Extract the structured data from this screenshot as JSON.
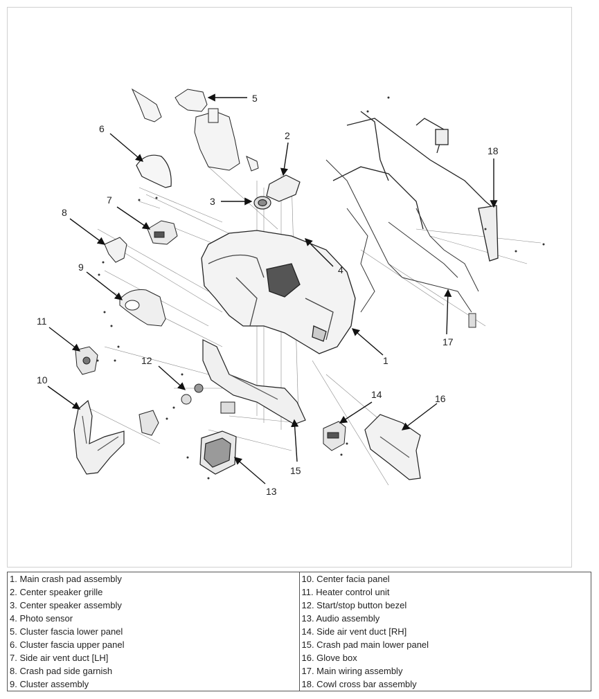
{
  "callouts": [
    "1",
    "2",
    "3",
    "4",
    "5",
    "6",
    "7",
    "8",
    "9",
    "10",
    "11",
    "12",
    "13",
    "14",
    "15",
    "16",
    "17",
    "18"
  ],
  "legend": {
    "left": [
      "1. Main crash pad assembly",
      "2. Center speaker grille",
      "3. Center speaker assembly",
      "4. Photo sensor",
      "5. Cluster fascia lower panel",
      "6. Cluster fascia upper panel",
      "7. Side air vent duct [LH]",
      "8. Crash pad side garnish",
      "9. Cluster assembly"
    ],
    "right": [
      "10. Center facia panel",
      "11. Heater control unit",
      "12. Start/stop button bezel",
      "13. Audio assembly",
      "14. Side air vent duct [RH]",
      "15. Crash pad main lower panel",
      "16. Glove box",
      "17. Main wiring assembly",
      "18. Cowl cross bar assembly"
    ]
  }
}
